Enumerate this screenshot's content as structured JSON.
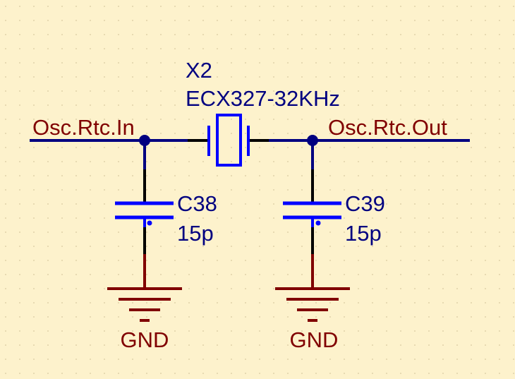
{
  "crystal": {
    "designator": "X2",
    "value": "ECX327-32KHz"
  },
  "nets": {
    "left": "Osc.Rtc.In",
    "right": "Osc.Rtc.Out"
  },
  "capacitors": [
    {
      "designator": "C38",
      "value": "15p"
    },
    {
      "designator": "C39",
      "value": "15p"
    }
  ],
  "ground": [
    {
      "label": "GND"
    },
    {
      "label": "GND"
    }
  ],
  "colors": {
    "background": "#fdf2cc",
    "wire": "#000080",
    "component": "#0000ff",
    "net_label": "#800000",
    "pin": "#000000",
    "grid_dot": "#d8c9a0"
  }
}
